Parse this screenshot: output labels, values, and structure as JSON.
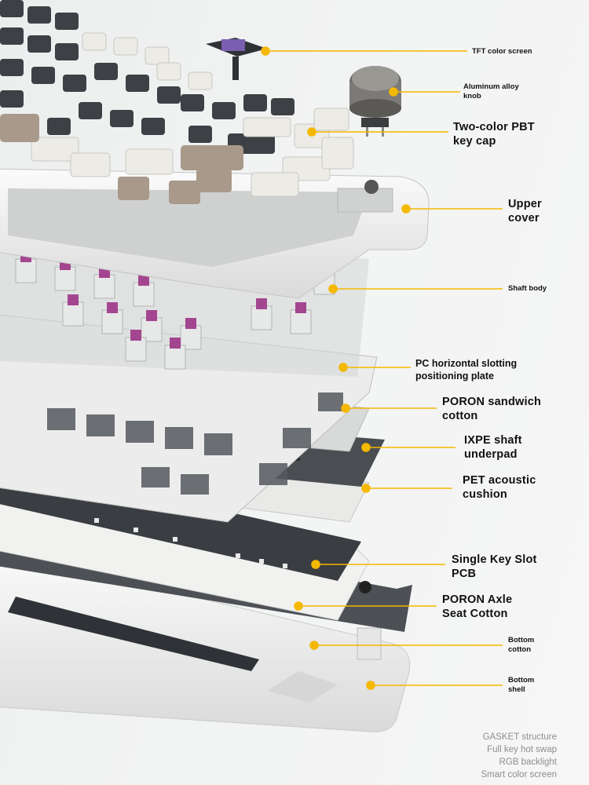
{
  "labels": {
    "tft_screen": "TFT color screen",
    "knob": "Aluminum alloy knob",
    "keycap": "Two-color PBT key cap",
    "upper_cover": "Upper cover",
    "shaft_body": "Shaft body",
    "pc_plate": "PC horizontal slotting positioning plate",
    "poron_sandwich": "PORON sandwich cotton",
    "ixpe_underpad": "IXPE shaft underpad",
    "pet_cushion": "PET acoustic cushion",
    "pcb": "Single Key Slot PCB",
    "poron_axle": "PORON Axle Seat Cotton",
    "bottom_cotton": "Bottom cotton",
    "bottom_shell": "Bottom shell"
  },
  "features": {
    "line1": "GASKET structure",
    "line2": "Full key hot swap",
    "line3": "RGB backlight",
    "line4": "Smart color screen"
  },
  "colors": {
    "callout": "#f4b800",
    "switch_purple": "#a4468f",
    "keycap_dark": "#3d4145",
    "keycap_light": "#ecebe6",
    "keycap_beige": "#a8998a",
    "shell_white": "#f2f2f1"
  }
}
